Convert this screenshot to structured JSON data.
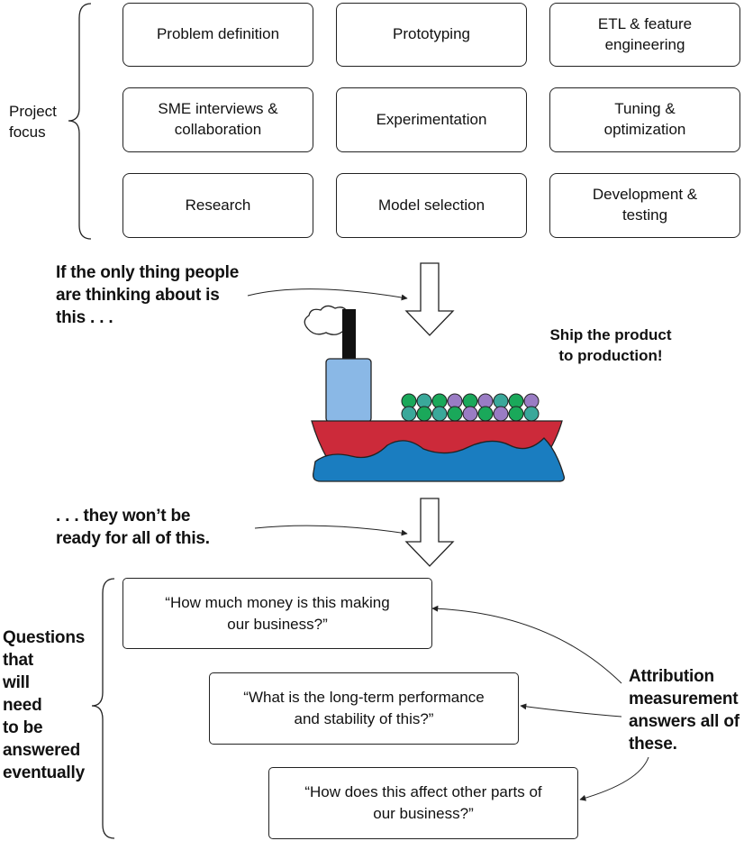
{
  "project_focus": {
    "label": "Project\nfocus",
    "items": [
      "Problem definition",
      "Prototyping",
      "ETL & feature\nengineering",
      "SME interviews &\ncollaboration",
      "Experimentation",
      "Tuning &\noptimization",
      "Research",
      "Model selection",
      "Development &\ntesting"
    ]
  },
  "callouts": {
    "top": "If the only thing people\nare thinking about is\nthis . . .",
    "ship": "Ship the product\nto production!",
    "middle": ". . .  they won’t be\nready for all of this.",
    "attribution": "Attribution\nmeasurement\nanswers all of\nthese."
  },
  "questions": {
    "label": "Questions\nthat\nwill\nneed\nto be\nanswered\neventually",
    "items": [
      "“How much money is this making\nour business?”",
      "“What is the long-term performance\nand stability of this?”",
      "“How does this affect other parts of\nour business?”"
    ]
  },
  "colors": {
    "hull": "#cc2a3a",
    "water": "#1a7dc0",
    "cabin": "#8ab8e6",
    "container_green": "#1aa85a",
    "container_teal": "#3aa89a",
    "container_purple": "#9a7cc4"
  }
}
